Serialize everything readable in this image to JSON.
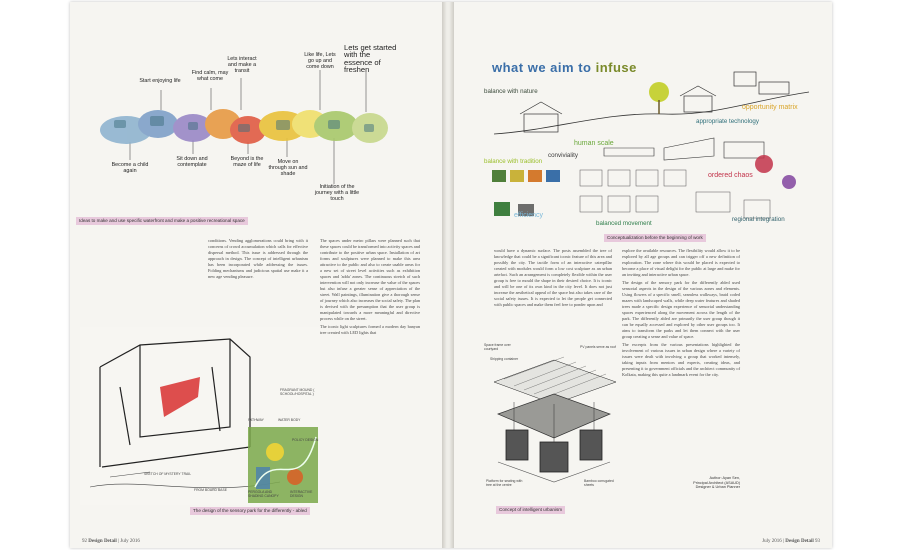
{
  "left_page": {
    "bubbles": [
      {
        "text": "Start enjoying life"
      },
      {
        "text": "Find calm, may what come"
      },
      {
        "text": "Lets interact and make a transit"
      },
      {
        "text": "Like life, Lets go up and come down"
      },
      {
        "text": "Lets get started with the essence of freshen"
      },
      {
        "text": "Become a child again"
      },
      {
        "text": "Sit down and contemplate"
      },
      {
        "text": "Beyond is the maze of life"
      },
      {
        "text": "Move on through sun and shade"
      },
      {
        "text": "Initiation of the journey with a little touch"
      }
    ],
    "caption_top": "Ideas to make and use specific waterfront and make a positive recreational space",
    "column_1": [
      "conditions. Vending agglomerations could bring with it concerns of crowd accumulation which calls for effective dispersal method. This issue is addressed through the approach in design. The concept of intelligent urbanism has been incorporated while addressing the issues. Folding mechanisms and judicious spatial use make it a new age vending pleasure."
    ],
    "column_2": [
      "The spaces under metro pillars were planned such that these spaces could be transformed into activity spaces and contribute to the positive urban space. Installation of art forms and sculptures were planned to make this area attractive to the public and also to create usable areas for a new set of street level activities such as exhibition spaces and 'adda' zones. The continuous stretch of such intervention will not only increase the value of the spaces but also infuse a greater sense of appreciation of the street. Wall paintings, illumination give a thorough sense of journey which also increases the social safety. The plan is devised with the presumption that the user group is manipulated towards a more meaningful and directive process while on the street.",
      "The iconic light sculptures formed a modern day banyan tree created with LED lights that"
    ],
    "sketch_labels": [
      "SKETCH OF MYSTERY TRAIL",
      "FROM BOARD BASE",
      "PATHWAY",
      "WATER BODY",
      "FRAGRANT MOUND ( SCHOOL/HOSPITAL )",
      "POLICY DESIGN",
      "PERGOLA AND SHADING CANOPY",
      "INTERACTIVE DESIGN"
    ],
    "caption_bottom": "The design of the sensory park for the differently - abled",
    "folio_num": "92",
    "folio_mag": "Design Detail",
    "folio_date": "July 2016"
  },
  "right_page": {
    "title_a": "what we aim to",
    "title_b": "infuse",
    "tags": [
      {
        "text": "balance with nature",
        "color": "#3a4a3a"
      },
      {
        "text": "opportunity matrix",
        "color": "#d9a52a"
      },
      {
        "text": "appropriate technology",
        "color": "#2f6f7a"
      },
      {
        "text": "human scale",
        "color": "#6aa83a"
      },
      {
        "text": "conviviality",
        "color": "#3a3a3a"
      },
      {
        "text": "balance with tradition",
        "color": "#9bbf2a"
      },
      {
        "text": "ordered chaos",
        "color": "#c2334a"
      },
      {
        "text": "efficiency",
        "color": "#7ab8d8"
      },
      {
        "text": "balanced movement",
        "color": "#2e7d4a"
      },
      {
        "text": "regional integration",
        "color": "#2f5f6a"
      }
    ],
    "caption_top": "Conceptualization before the beginning of work",
    "column_1": [
      "would have a dynamic surface. The posts assembled the tree of knowledge that could be a significant iconic feature of this area and possibly the city. The tactile form of an interactive caterpillar created with modules would form a low cost sculpture as an urban artefact. Such an arrangement is completely flexible within the user group is free to mould the shape in their desired choice. It is iconic and will be one of its own kind in the city level. It does not just increase the aesthetical appeal of the space but also takes care of the social safety issues. It is expected to let the people get connected with public spaces and make them feel free to ponder upon and"
    ],
    "column_2": [
      "explore the available resources. The flexibility would allow it to be explored by all age groups and can trigger off a new definition of exploration. The zone where this would be placed is expected to become a place of visual delight for the public at large and make for an inviting and interactive urban space.",
      "The design of the sensory park for the differently abled used sensorial aspects in the design of the various zones and elements. Using flowers of a specific smell, seamless walkways, braid coded mazes with landscaped walls, while deep water features and shaded trees made a specific design experience of sensorial understanding spaces experienced along the movement across the length of the park. The differently abled are primarily the user group though it can be equally accessed and explored by other user groups too. It aims to transform the parks and let them connect with the user group creating a sense and value of space.",
      "The excerpts from the various presentations highlighted the involvement of various issues in urban design where a variety of issues were dealt with involving a group that worked intensely, taking inputs from mentors and experts, creating ideas, and presenting it to government officials and the architect community of Kolkata, making this quite a landmark event for the city."
    ],
    "model_labels": [
      "Space frame over courtyard",
      "Shipping container",
      "PV panels serve as roof",
      "Platform for seating with tree at the centre",
      "Bamboo corrugated sheets"
    ],
    "caption_bottom": "Concept of intelligent urbanism",
    "author_lines": [
      "Author: Ayan Sen,",
      "Principal Architect (ASAUD)",
      "Designer & Urban Planner"
    ],
    "folio_date": "July 2016",
    "folio_mag": "Design Detail",
    "folio_num": "93"
  }
}
